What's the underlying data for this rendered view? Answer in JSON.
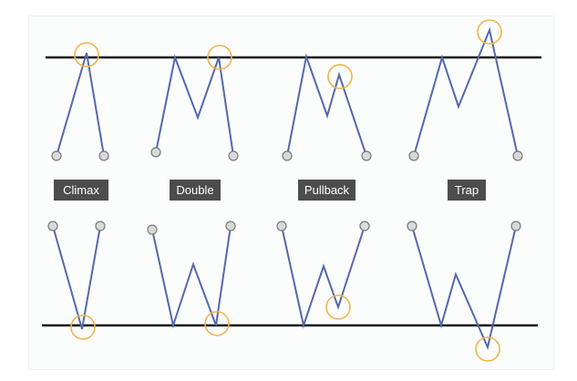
{
  "labels": {
    "climax": "Climax",
    "double": "Double",
    "pullback": "Pullback",
    "trap": "Trap"
  },
  "colors": {
    "line": "#5468ad",
    "level": "#111111",
    "highlight": "#f0b44c",
    "dot_fill": "#d9d9d9",
    "dot_stroke": "#7a7a7a",
    "label_bg": "#4d4d4d",
    "label_text": "#ffffff"
  }
}
